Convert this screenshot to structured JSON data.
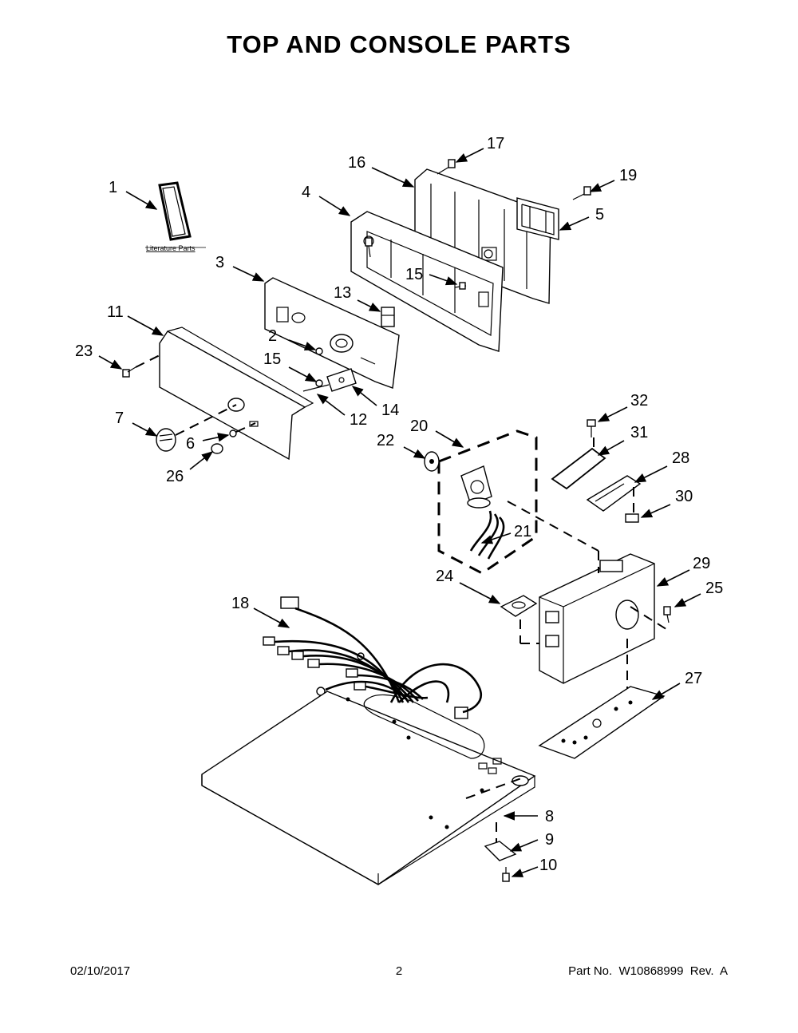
{
  "header": {
    "title": "TOP AND CONSOLE PARTS"
  },
  "literature": {
    "label": "Literature Parts"
  },
  "callouts": {
    "c1": "1",
    "c2": "2",
    "c3": "3",
    "c4": "4",
    "c5": "5",
    "c6": "6",
    "c7": "7",
    "c8": "8",
    "c9": "9",
    "c10": "10",
    "c11": "11",
    "c12": "12",
    "c13": "13",
    "c14": "14",
    "c15a": "15",
    "c15b": "15",
    "c16": "16",
    "c17": "17",
    "c18": "18",
    "c19": "19",
    "c20": "20",
    "c21": "21",
    "c22": "22",
    "c23": "23",
    "c24": "24",
    "c25": "25",
    "c26": "26",
    "c27": "27",
    "c28": "28",
    "c29": "29",
    "c30": "30",
    "c31": "31",
    "c32": "32"
  },
  "footer": {
    "date": "02/10/2017",
    "page": "2",
    "part_info": "Part No.  W10868999  Rev.  A"
  }
}
